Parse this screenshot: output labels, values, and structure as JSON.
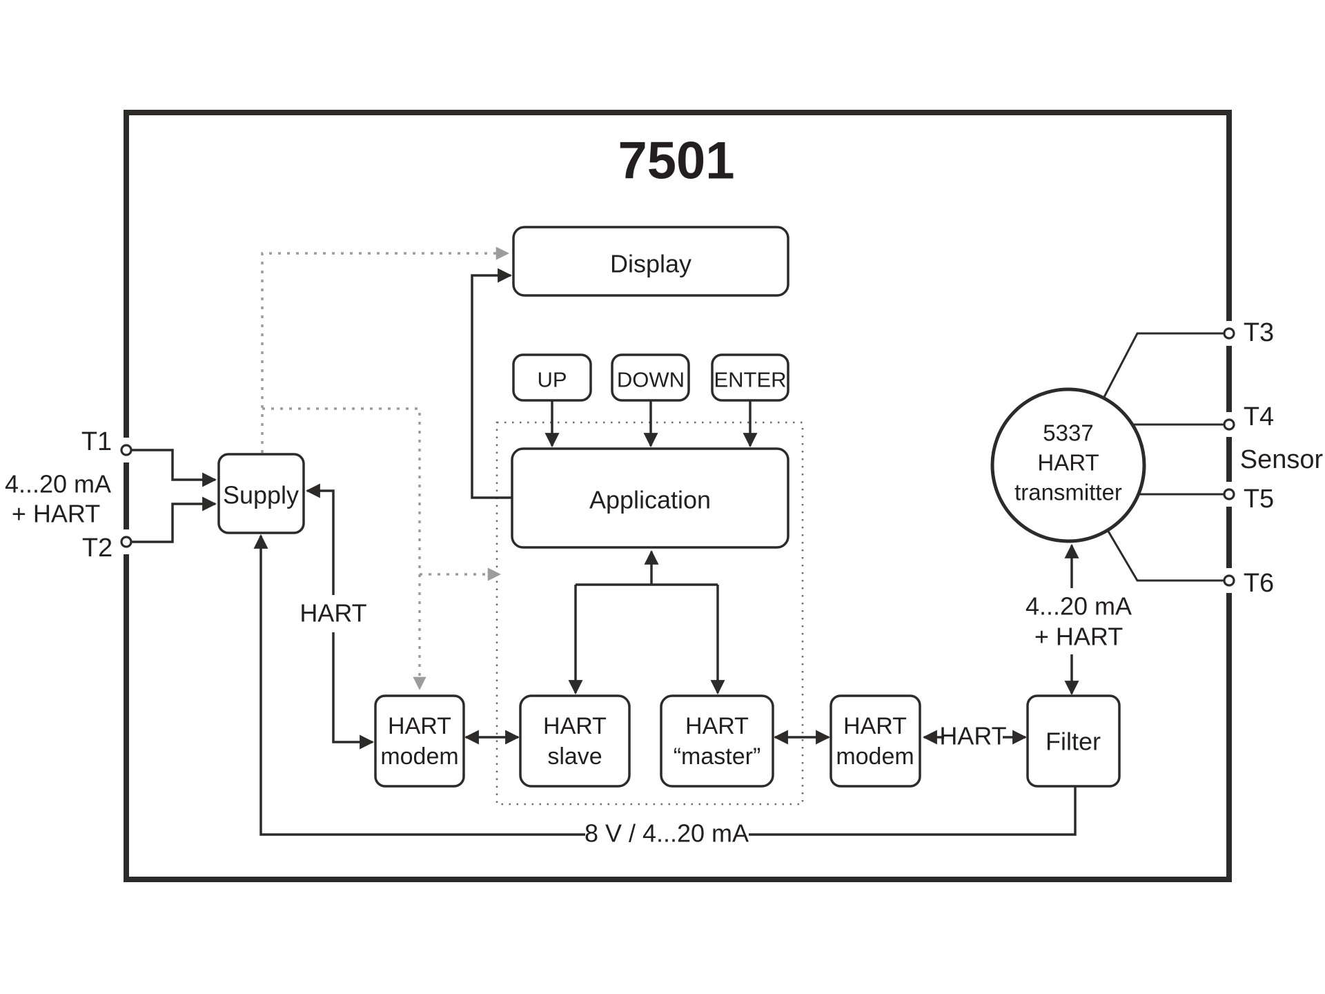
{
  "title": "7501",
  "terminals": {
    "t1": "T1",
    "t2": "T2",
    "t3": "T3",
    "t4": "T4",
    "t5": "T5",
    "t6": "T6",
    "sensor": "Sensor"
  },
  "blocks": {
    "display": "Display",
    "up": "UP",
    "down": "DOWN",
    "enter": "ENTER",
    "application": "Application",
    "supply": "Supply",
    "modem_left": [
      "HART",
      "modem"
    ],
    "slave": [
      "HART",
      "slave"
    ],
    "master": [
      "HART",
      "“master”"
    ],
    "modem_right": [
      "HART",
      "modem"
    ],
    "filter": "Filter",
    "transmitter": [
      "5337",
      "HART",
      "transmitter"
    ]
  },
  "labels": {
    "input_current": "4...20 mA",
    "input_hart": "+ HART",
    "hart_supply": "HART",
    "hart_bus": "HART",
    "sensor_current": "4...20 mA",
    "sensor_hart": "+ HART",
    "bottom_bus": "8 V / 4...20 mA"
  },
  "colors": {
    "line": "#2d2b29",
    "gray_dash": "#9c9c9c",
    "text": "#231f20",
    "background": "#ffffff"
  }
}
